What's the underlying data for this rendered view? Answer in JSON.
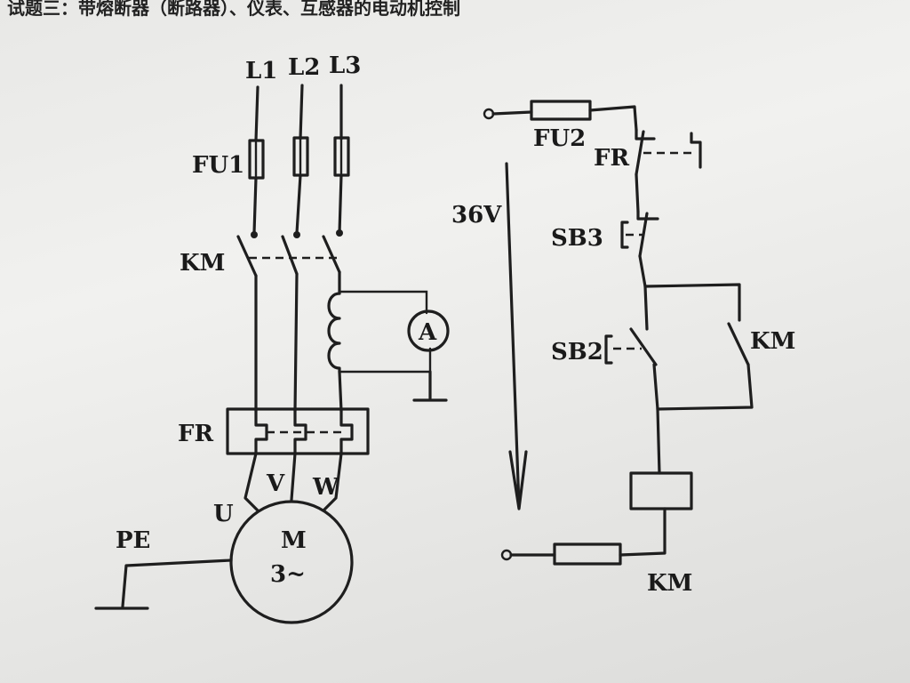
{
  "header": {
    "title": "试题三：带熔断器（断路器）、仪表、互感器的电动机控制"
  },
  "main_circuit": {
    "phases": [
      "L1",
      "L2",
      "L3"
    ],
    "fuse": "FU1",
    "contactor": "KM",
    "ammeter": "A",
    "thermal_relay": "FR",
    "terminals": [
      "U",
      "V",
      "W"
    ],
    "motor": {
      "line1": "M",
      "line2": "3~"
    },
    "ground": "PE"
  },
  "control_circuit": {
    "voltage": "36V",
    "fuse": "FU2",
    "fr_contact": "FR",
    "stop_button": "SB3",
    "start_button": "SB2",
    "hold_contact": "KM",
    "coil": "KM"
  }
}
